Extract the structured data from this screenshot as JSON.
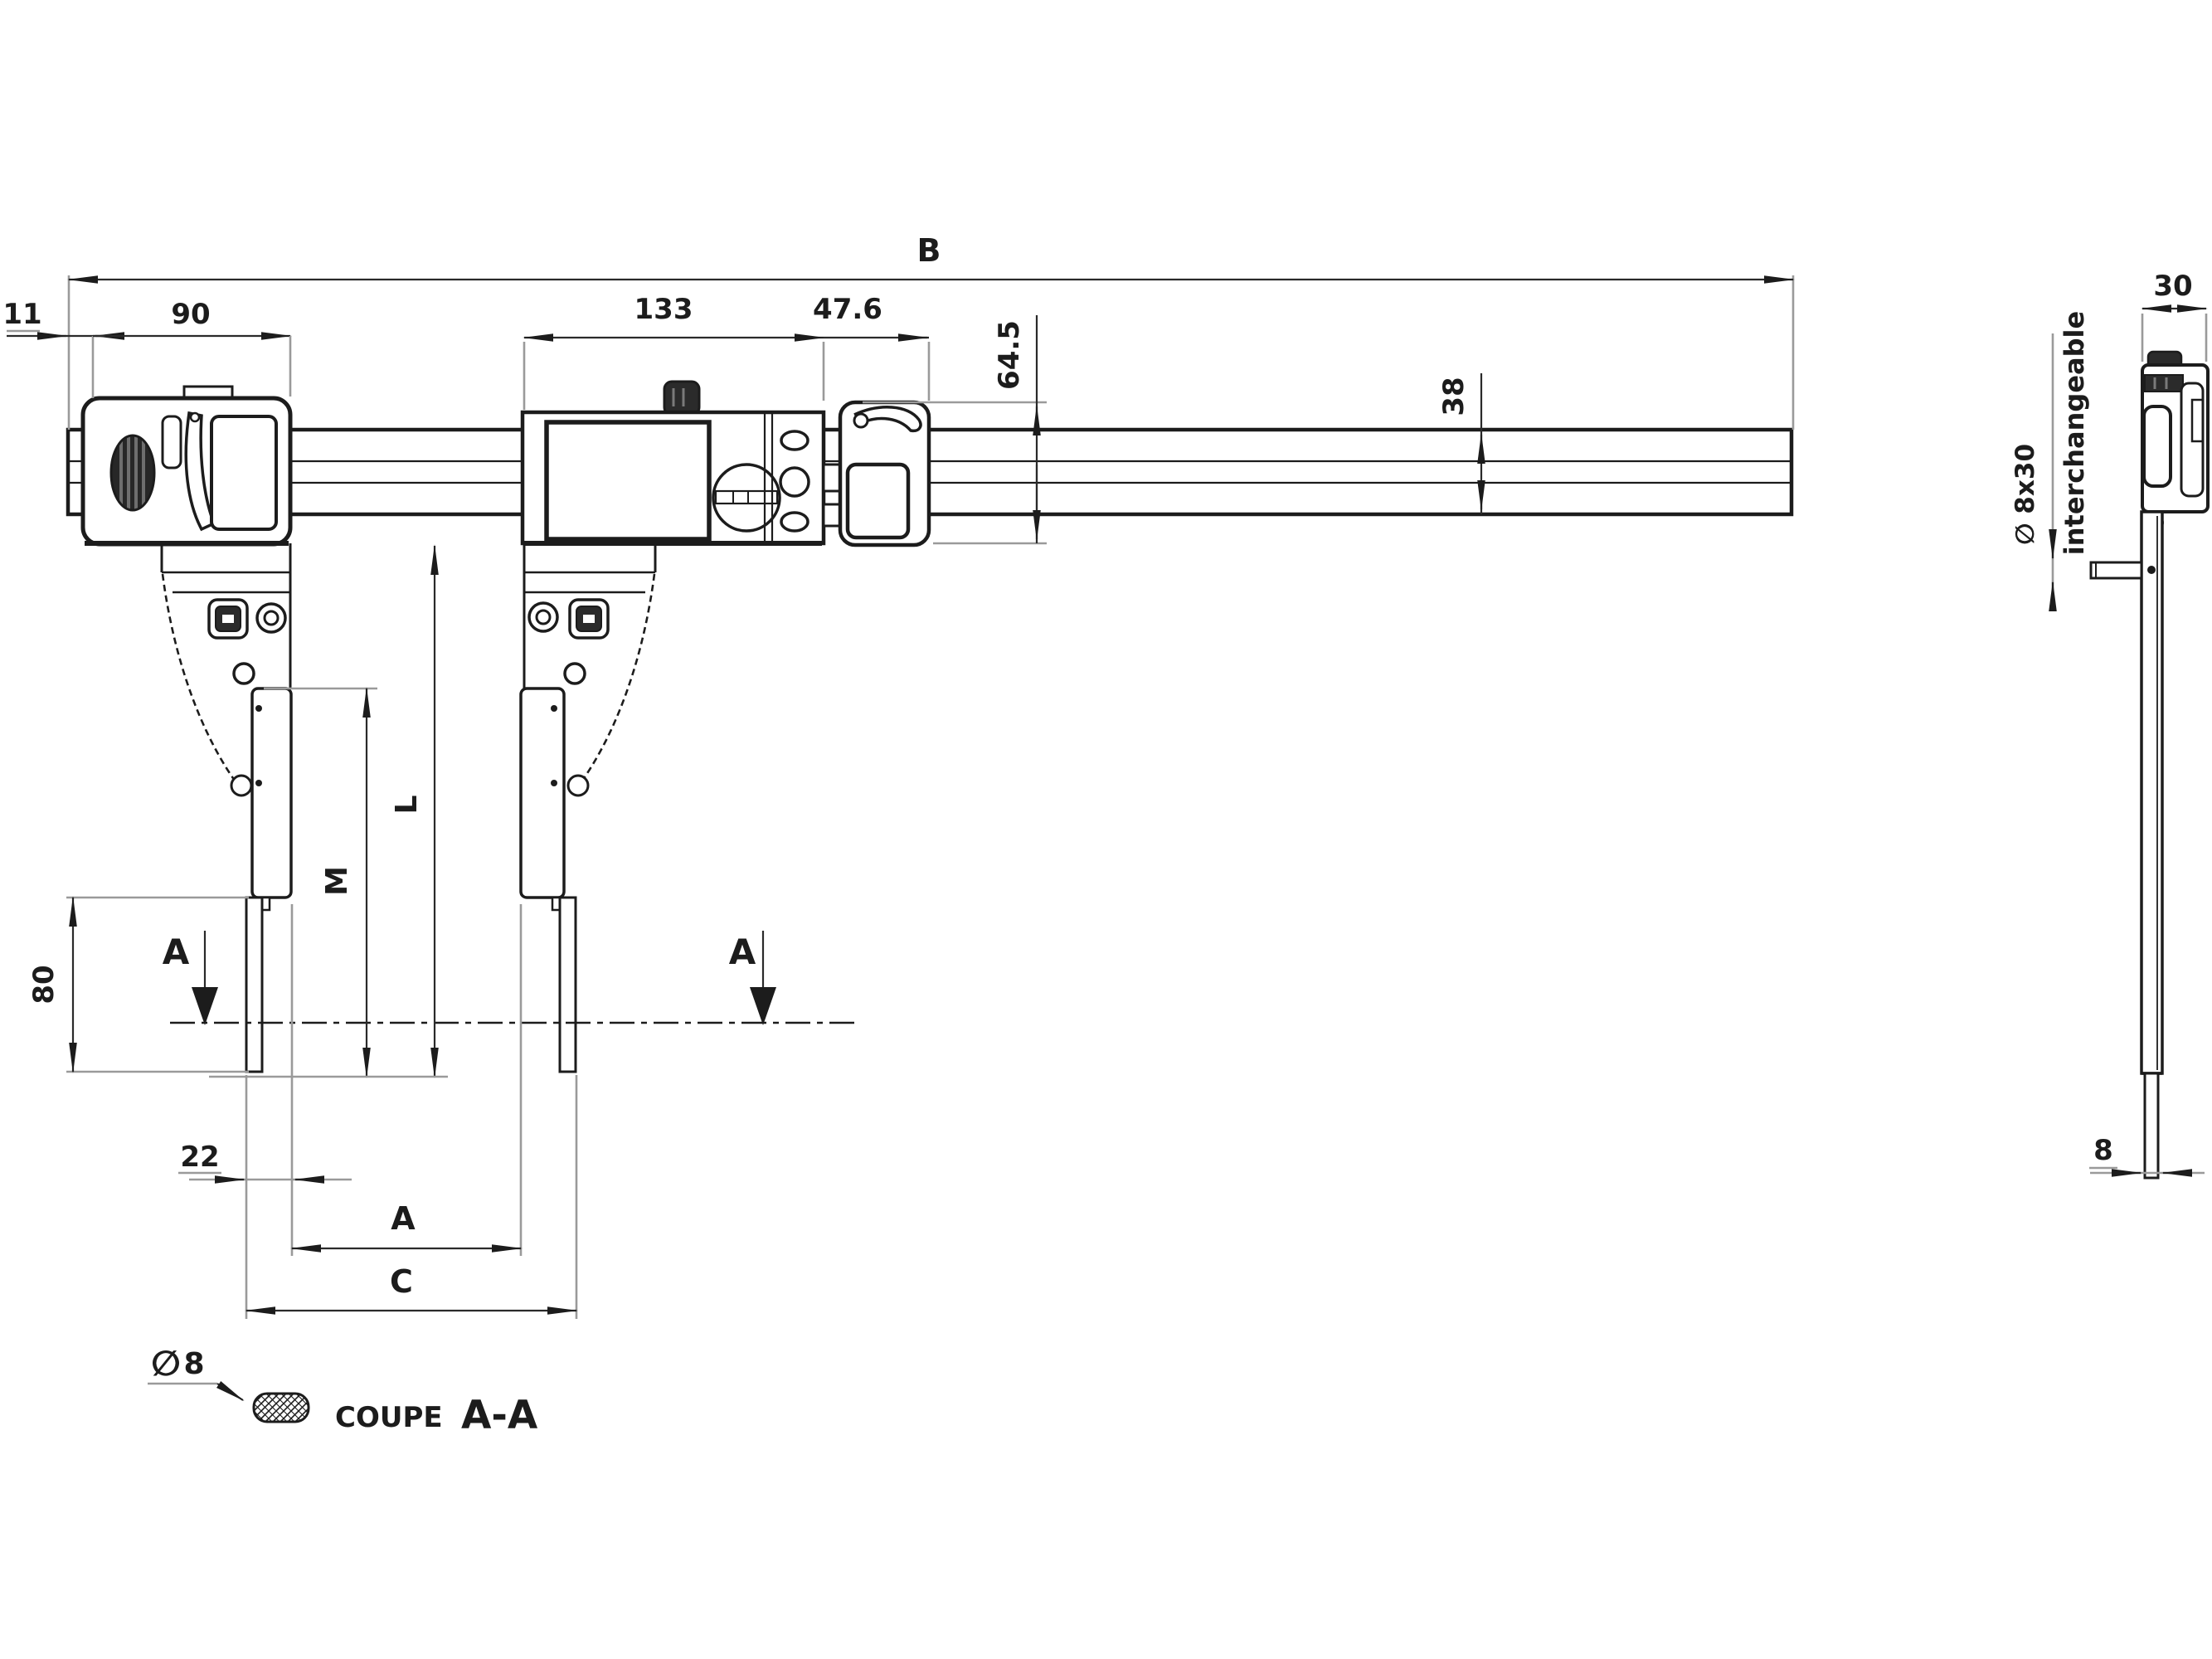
{
  "meta": {
    "background": "#ffffff",
    "line_color": "#1c1c1c",
    "dim_color": "#2a2a2a",
    "ref_color": "#9a9a9a"
  },
  "main_view": {
    "dims": {
      "overall_length": "B",
      "left_end_offset": "11",
      "head_width": "90",
      "display_unit_width": "133",
      "clamp_width": "47.6",
      "slider_height": "64.5",
      "beam_height": "38",
      "jaw_reach": "L",
      "rod_reach": "M",
      "tip_length": "80",
      "tip_offset": "22",
      "inner_span": "A",
      "outer_span": "C"
    },
    "section": {
      "marker": "A"
    }
  },
  "section_view": {
    "diameter_symbol": "∅",
    "diameter_value": "8",
    "label": "COUPE",
    "name": "A-A"
  },
  "side_view": {
    "depth": "30",
    "rod_spec": "∅ 8x30",
    "rod_note": "interchangeable",
    "tip_width": "8"
  }
}
